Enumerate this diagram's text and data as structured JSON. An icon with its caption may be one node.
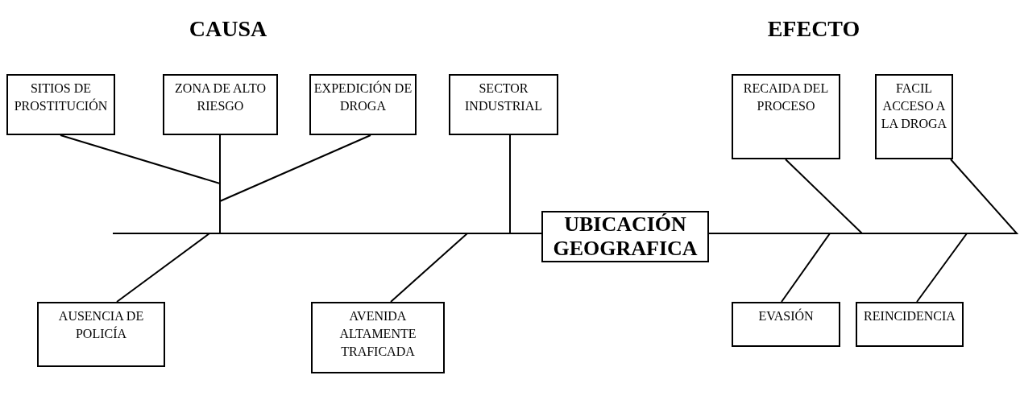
{
  "diagram": {
    "nodes": [
      {
        "text": [
          "SITIOS DE PROSTITUCIÓN"
        ]
      },
      {
        "text": [
          "ZONA DE ALTO RIESGO"
        ]
      },
      {
        "text": [
          "EXPEDICIÓN DE DROGA"
        ]
      },
      {
        "text": [
          "SECTOR INDUSTRIAL"
        ]
      },
      {
        "text": [
          "RECAIDA DEL PROCESO"
        ]
      },
      {
        "text": [
          "FACIL ACCESO A LA DROGA"
        ]
      },
      {
        "text": [
          "UBICACIÓN GEOGRAFICA"
        ]
      },
      {
        "text": [
          "AUSENCIA DE POLICÍA"
        ]
      },
      {
        "text": [
          "AVENIDA ALTAMENTE TRAFICADA"
        ]
      },
      {
        "text": [
          "EVASIÓN"
        ]
      },
      {
        "text": [
          "REINCIDENCIA"
        ]
      }
    ],
    "edges": [
      {
        "from": 0,
        "to": 6,
        "arrow": "none"
      },
      {
        "from": 1,
        "to": 6,
        "arrow": "none"
      },
      {
        "from": 2,
        "to": 6,
        "arrow": "none"
      },
      {
        "from": 3,
        "to": 6,
        "arrow": "none"
      },
      {
        "from": 7,
        "to": 6,
        "arrow": "none"
      },
      {
        "from": 8,
        "to": 6,
        "arrow": "none"
      },
      {
        "from": 6,
        "to": 4,
        "arrow": "none"
      },
      {
        "from": 6,
        "to": 5,
        "arrow": "none"
      },
      {
        "from": 6,
        "to": 9,
        "arrow": "none"
      },
      {
        "from": 6,
        "to": 10,
        "arrow": "none"
      }
    ],
    "labels": [
      "CAUSA",
      "EFECTO"
    ]
  }
}
